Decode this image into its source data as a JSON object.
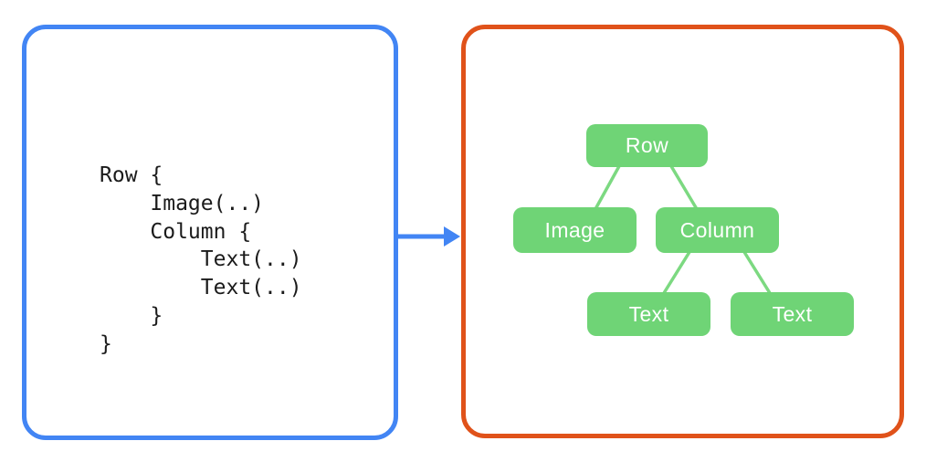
{
  "code_panel": {
    "code": "Row {\n    Image(..)\n    Column {\n        Text(..)\n        Text(..)\n    }\n}"
  },
  "tree": {
    "nodes": [
      {
        "id": "row",
        "label": "Row",
        "parent": null
      },
      {
        "id": "image",
        "label": "Image",
        "parent": "row"
      },
      {
        "id": "column",
        "label": "Column",
        "parent": "row"
      },
      {
        "id": "text-1",
        "label": "Text",
        "parent": "column"
      },
      {
        "id": "text-2",
        "label": "Text",
        "parent": "column"
      }
    ]
  },
  "colors": {
    "code_panel_border": "#4285F4",
    "arrow": "#4285F4",
    "tree_panel_border": "#E0521A",
    "node_fill": "#6FD476",
    "edge_line": "#7CD981",
    "node_text": "#FFFFFF",
    "code_text": "#1B1B1B"
  }
}
